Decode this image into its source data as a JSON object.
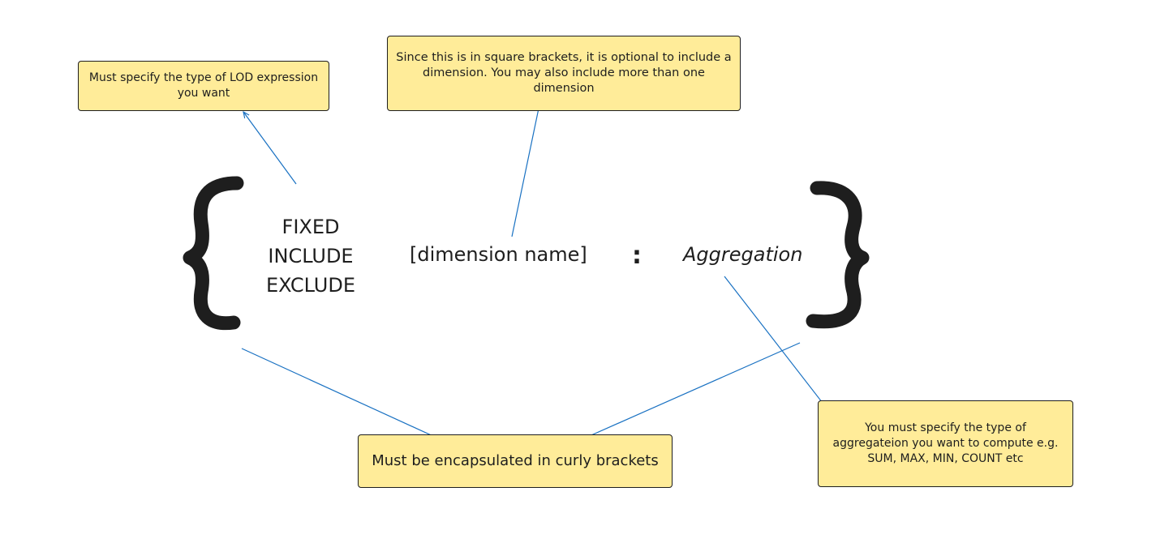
{
  "notes": {
    "lod_type": "Must specify the type of LOD expression you want",
    "dimension": "Since this is in square brackets, it is optional to include a dimension. You may also include more than one dimension",
    "curly": "Must be encapsulated in curly brackets",
    "aggregation": "You must specify the type of aggregateion you want to compute e.g. SUM, MAX, MIN, COUNT etc"
  },
  "expression": {
    "lod_types": [
      "FIXED",
      "INCLUDE",
      "EXCLUDE"
    ],
    "dimension": "[dimension name]",
    "separator": ":",
    "aggregation": "Aggregation"
  },
  "colors": {
    "note_fill": "#ffec99",
    "stroke": "#1e1e1e",
    "arrow": "#1971c2"
  }
}
